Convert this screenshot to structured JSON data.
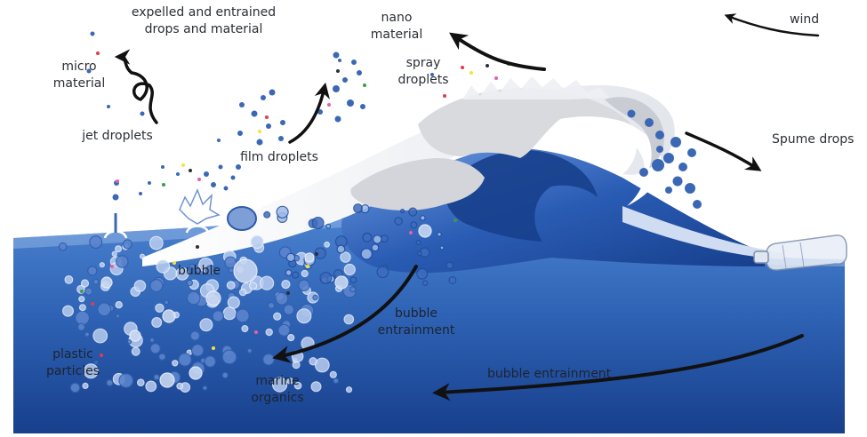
{
  "labels": {
    "expelled": "expelled and entrained drops and material",
    "micro": "micro material",
    "nano": "nano material",
    "spray": "spray droplets",
    "jet": "jet droplets",
    "film": "film droplets",
    "wind": "wind",
    "spume": "Spume drops",
    "bubble": "bubble",
    "bubble_entrainment_center": "bubble entrainment",
    "bubble_entrainment_right": "bubble entrainment",
    "plastic": "plastic particles",
    "marine": "marine organics"
  },
  "colors": {
    "ocean_top": "#3a73c4",
    "ocean_bottom": "#17428f",
    "wave_face": "#1d4fa6",
    "foam": "#dcdde0",
    "droplet": "#3b68b4",
    "arrow": "#111111"
  }
}
